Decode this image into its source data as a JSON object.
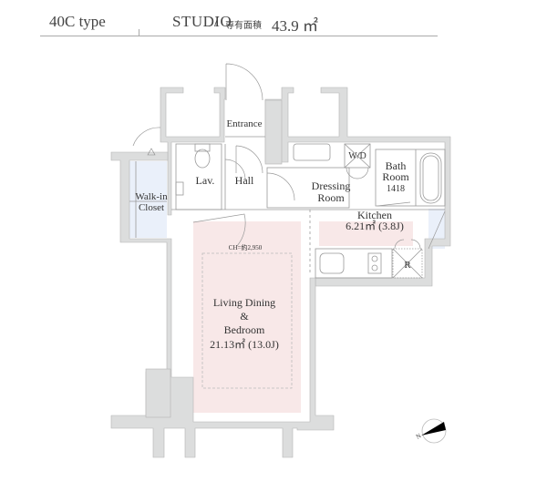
{
  "header": {
    "unit_type": "40C type",
    "layout": "STUDIO",
    "separator": "/",
    "area_label_jp": "専有面積",
    "area_value": "43.9 ㎡"
  },
  "rooms": {
    "entrance": {
      "label": "Entrance"
    },
    "hall": {
      "label": "Hall"
    },
    "lav": {
      "label": "Lav."
    },
    "walk_in_closet": {
      "line1": "Walk-in",
      "line2": "Closet"
    },
    "dressing_room": {
      "line1": "Dressing",
      "line2": "Room"
    },
    "wd": {
      "label": "W/D"
    },
    "bath_room": {
      "line1": "Bath",
      "line2": "Room",
      "line3": "1418"
    },
    "kitchen": {
      "line1": "Kitchen",
      "line2": "6.21㎡ (3.8J)"
    },
    "refrigerator": {
      "label": "R"
    },
    "living": {
      "line1": "Living Dining",
      "line2": "&",
      "line3": "Bedroom",
      "line4": "21.13㎡ (13.0J)",
      "ceiling": "CH=約2,950"
    }
  },
  "compass": {
    "label": "N"
  },
  "colors": {
    "wall": "#dcdddd",
    "wall_stroke": "#b5b5b5",
    "living_fill": "#f8e8e8",
    "closet_fill": "#eaf0fa",
    "text": "#333333"
  }
}
